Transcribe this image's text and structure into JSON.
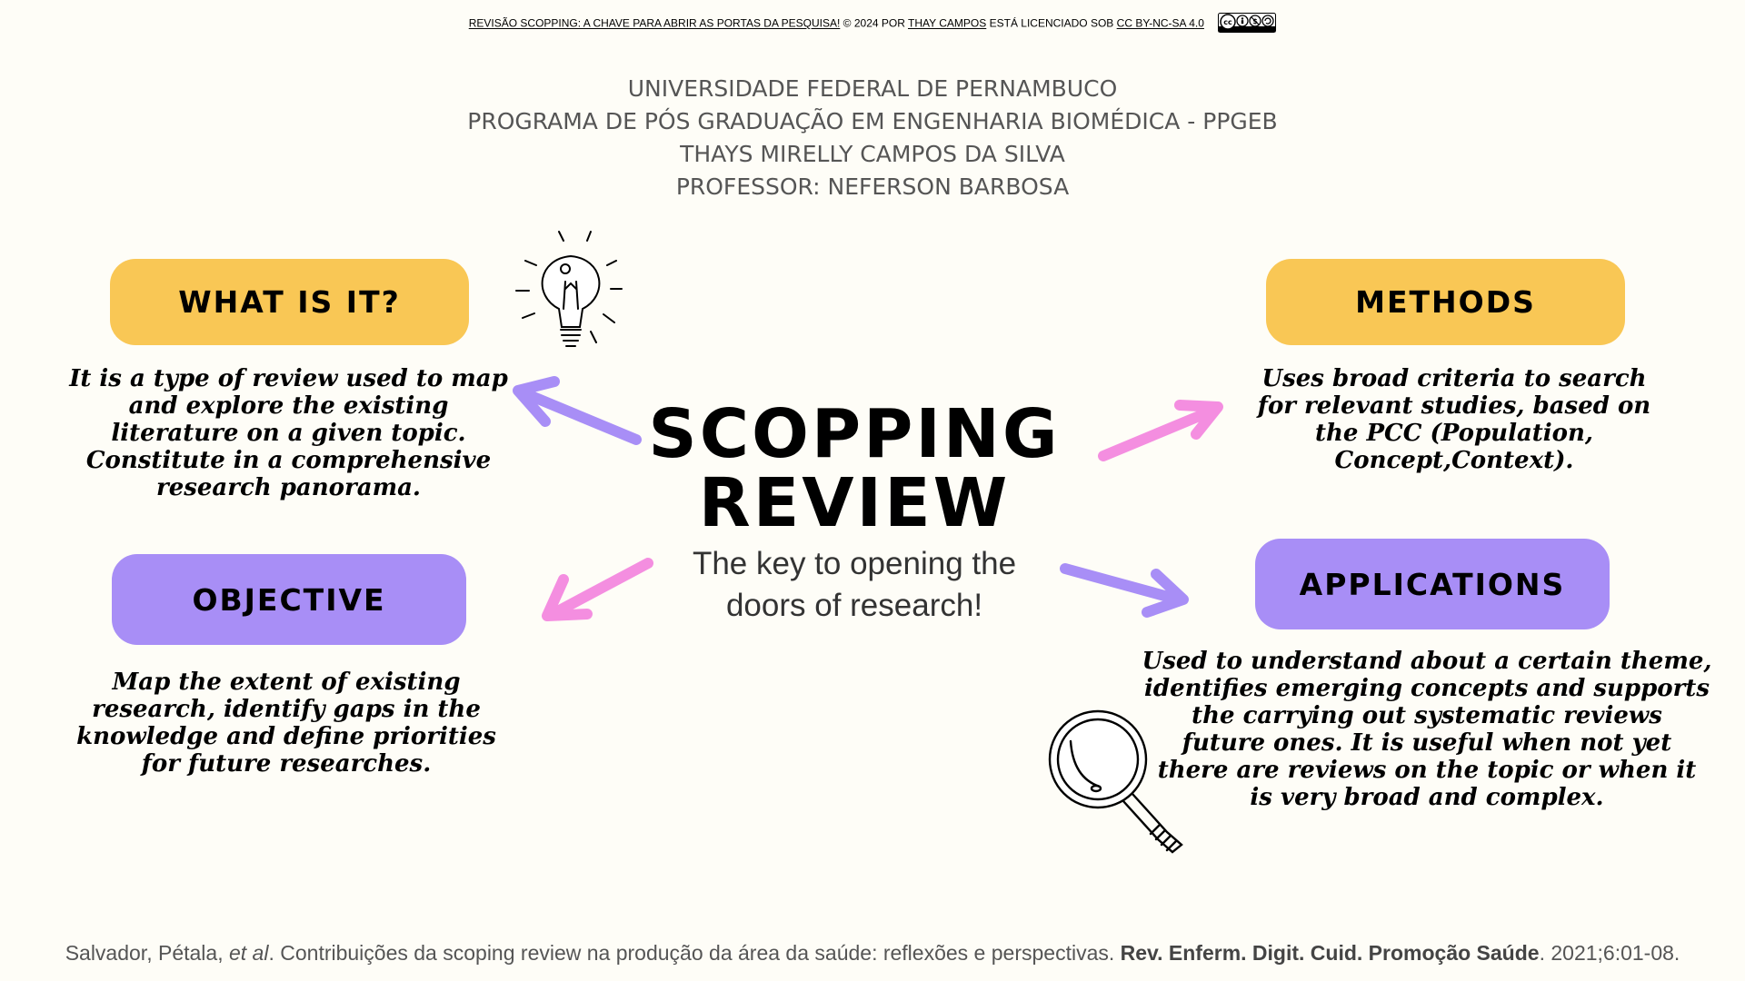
{
  "license": {
    "work_title": "REVISÃO SCOPPING: A CHAVE PARA ABRIR AS PORTAS DA PESQUISA!",
    "copyright": "© 2024 POR",
    "author": "THAY CAMPOS",
    "licensed_text": "ESTÁ LICENCIADO SOB",
    "license_name": "CC BY-NC-SA 4.0"
  },
  "header": {
    "university": "UNIVERSIDADE FEDERAL DE PERNAMBUCO",
    "program": "PROGRAMA DE PÓS GRADUAÇÃO EM ENGENHARIA BIOMÉDICA - PPGEB",
    "student": "THAYS MIRELLY CAMPOS DA SILVA",
    "professor": "PROFESSOR: NEFERSON BARBOSA"
  },
  "center": {
    "title_line1": "SCOPPING",
    "title_line2": "REVIEW",
    "subtitle_line1": "The key to opening the",
    "subtitle_line2": "doors of research!"
  },
  "sections": {
    "what": {
      "label": "WHAT IS IT?",
      "lines": [
        "It is a type of review used to map",
        "and explore the existing",
        "literature on a given topic.",
        "Constitute in a comprehensive",
        "research panorama."
      ]
    },
    "methods": {
      "label": "METHODS",
      "lines": [
        "Uses broad criteria to search",
        "for relevant studies, based on",
        "the PCC (Population,",
        "Concept,Context)."
      ]
    },
    "objective": {
      "label": "OBJECTIVE",
      "lines": [
        "Map the extent of existing",
        "research, identify gaps in the",
        "knowledge and define priorities",
        "for future researches."
      ]
    },
    "applications": {
      "label": "APPLICATIONS",
      "lines": [
        "Used to understand about a certain theme,",
        "identifies emerging concepts and supports",
        "the carrying out systematic reviews",
        "future ones. It is useful when not yet",
        "there are reviews on the topic or when it",
        "is very broad and complex."
      ]
    }
  },
  "citation": {
    "authors": "Salvador, Pétala,",
    "etal": "et al",
    "title": ". Contribuições da scoping review na produção da área da saúde: reflexões e perspectivas.",
    "journal": "Rev. Enferm. Digit. Cuid. Promoção Saúde",
    "details": ". 2021;6:01-08."
  },
  "colors": {
    "background": "#fefdf7",
    "yellow": "#f9c755",
    "purple": "#a88ef6",
    "pink_arrow": "#f48ee0",
    "purple_arrow": "#a88ef6"
  },
  "icons": {
    "lightbulb": "lightbulb-icon",
    "magnifier": "magnifying-glass-icon",
    "license": "cc-by-nc-sa-icon"
  }
}
